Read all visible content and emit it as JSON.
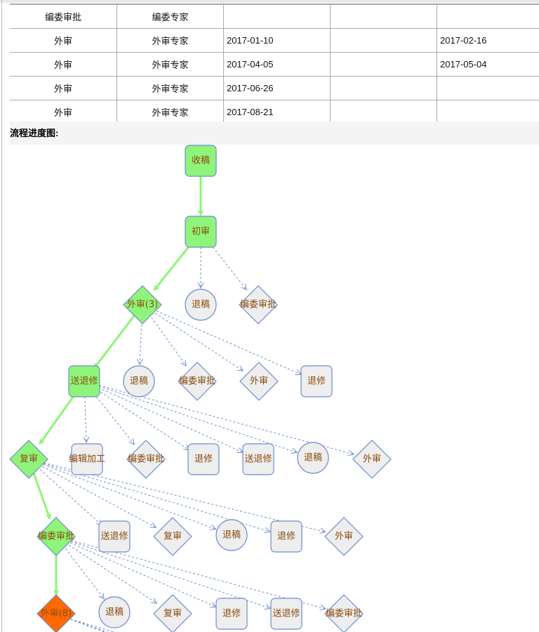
{
  "table": {
    "rows": [
      [
        "编委审批",
        "编委专家",
        "",
        "",
        ""
      ],
      [
        "外审",
        "外审专家",
        "2017-01-10",
        "",
        "2017-02-16"
      ],
      [
        "外审",
        "外审专家",
        "2017-04-05",
        "",
        "2017-05-04"
      ],
      [
        "外审",
        "外审专家",
        "2017-06-26",
        "",
        ""
      ],
      [
        "外审",
        "外审专家",
        "2017-08-21",
        "",
        ""
      ]
    ]
  },
  "section_title": "流程进度图:",
  "colors": {
    "done": "#8ef57a",
    "current": "#ff6a00",
    "pending": "#eeeeee",
    "stroke": "#6f8ccc",
    "main_edge": "#8ef57a",
    "label": "#8a4b0f"
  },
  "flow": {
    "nodes": [
      {
        "id": "n1",
        "label": "收稿",
        "shape": "box",
        "state": "done"
      },
      {
        "id": "n2",
        "label": "初审",
        "shape": "box",
        "state": "done"
      },
      {
        "id": "n3",
        "label": "退稿",
        "shape": "circle",
        "state": "pending"
      },
      {
        "id": "n4",
        "label": "编委审批",
        "shape": "diamond",
        "state": "pending"
      },
      {
        "id": "n5",
        "label": "外审(3)",
        "shape": "diamond",
        "state": "done"
      },
      {
        "id": "n6",
        "label": "退稿",
        "shape": "circle",
        "state": "pending"
      },
      {
        "id": "n7",
        "label": "编委审批",
        "shape": "diamond",
        "state": "pending"
      },
      {
        "id": "n8",
        "label": "外审",
        "shape": "diamond",
        "state": "pending"
      },
      {
        "id": "n9",
        "label": "退修",
        "shape": "box",
        "state": "pending"
      },
      {
        "id": "n10",
        "label": "送退修",
        "shape": "box",
        "state": "done"
      },
      {
        "id": "n11",
        "label": "编辑加工",
        "shape": "box",
        "state": "pending"
      },
      {
        "id": "n12",
        "label": "编委审批",
        "shape": "diamond",
        "state": "pending"
      },
      {
        "id": "n13",
        "label": "退修",
        "shape": "box",
        "state": "pending"
      },
      {
        "id": "n14",
        "label": "送退修",
        "shape": "box",
        "state": "pending"
      },
      {
        "id": "n15",
        "label": "退稿",
        "shape": "circle",
        "state": "pending"
      },
      {
        "id": "n16",
        "label": "外审",
        "shape": "diamond",
        "state": "pending"
      },
      {
        "id": "n17",
        "label": "复审",
        "shape": "diamond",
        "state": "done"
      },
      {
        "id": "n18",
        "label": "送退修",
        "shape": "box",
        "state": "pending"
      },
      {
        "id": "n19",
        "label": "复审",
        "shape": "diamond",
        "state": "pending"
      },
      {
        "id": "n20",
        "label": "退稿",
        "shape": "circle",
        "state": "pending"
      },
      {
        "id": "n21",
        "label": "退修",
        "shape": "box",
        "state": "pending"
      },
      {
        "id": "n22",
        "label": "外审",
        "shape": "diamond",
        "state": "pending"
      },
      {
        "id": "n23",
        "label": "编委审批",
        "shape": "diamond",
        "state": "done"
      },
      {
        "id": "n24",
        "label": "退稿",
        "shape": "circle",
        "state": "pending"
      },
      {
        "id": "n25",
        "label": "复审",
        "shape": "diamond",
        "state": "pending"
      },
      {
        "id": "n26",
        "label": "退修",
        "shape": "box",
        "state": "pending"
      },
      {
        "id": "n27",
        "label": "送退修",
        "shape": "box",
        "state": "pending"
      },
      {
        "id": "n28",
        "label": "编委审批",
        "shape": "diamond",
        "state": "pending"
      },
      {
        "id": "n29",
        "label": "外审(8)",
        "shape": "diamond",
        "state": "current"
      }
    ],
    "main_edges": [
      [
        "n1",
        "n2"
      ],
      [
        "n2",
        "n5"
      ],
      [
        "n5",
        "n10"
      ],
      [
        "n10",
        "n17"
      ],
      [
        "n17",
        "n23"
      ],
      [
        "n23",
        "n29"
      ]
    ],
    "option_edges": [
      [
        "n2",
        "n3"
      ],
      [
        "n2",
        "n4"
      ],
      [
        "n5",
        "n6"
      ],
      [
        "n5",
        "n7"
      ],
      [
        "n5",
        "n8"
      ],
      [
        "n5",
        "n9"
      ],
      [
        "n10",
        "n11"
      ],
      [
        "n10",
        "n12"
      ],
      [
        "n10",
        "n13"
      ],
      [
        "n10",
        "n14"
      ],
      [
        "n10",
        "n15"
      ],
      [
        "n10",
        "n16"
      ],
      [
        "n17",
        "n18"
      ],
      [
        "n17",
        "n19"
      ],
      [
        "n17",
        "n20"
      ],
      [
        "n17",
        "n21"
      ],
      [
        "n17",
        "n22"
      ],
      [
        "n23",
        "n24"
      ],
      [
        "n23",
        "n25"
      ],
      [
        "n23",
        "n26"
      ],
      [
        "n23",
        "n27"
      ],
      [
        "n23",
        "n28"
      ]
    ]
  }
}
